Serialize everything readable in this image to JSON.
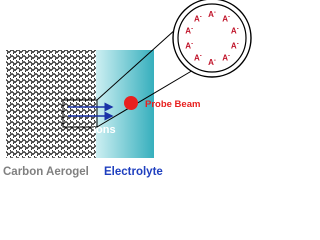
{
  "labels": {
    "carbon_aerogel": "Carbon Aerogel",
    "electrolyte": "Electrolyte",
    "probe_beam": "Probe Beam",
    "ions": "ions"
  },
  "inset": {
    "ion_symbol": "A",
    "ion_charge": "-",
    "ion_count": 10
  },
  "colors": {
    "electrolyte_light": "#cdeff2",
    "electrolyte_dark": "#36afbd",
    "label_gray": "#808080",
    "label_blue": "#1f3fbf",
    "probe_red": "#e8201f",
    "ion_red": "#c0142a",
    "arrow_blue": "#1a33a8"
  }
}
